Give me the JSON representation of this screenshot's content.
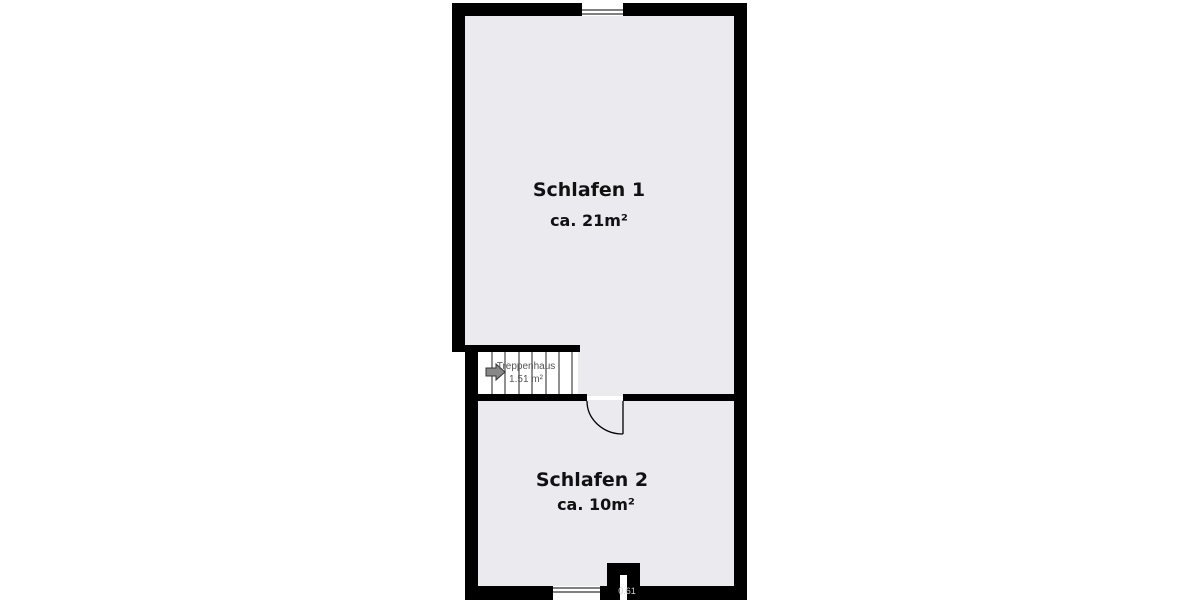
{
  "floorplan": {
    "rooms": [
      {
        "name": "Schlafen 1",
        "area": "ca. 21m²"
      },
      {
        "name": "Schlafen 2",
        "area": "ca. 10m²"
      },
      {
        "name": "Treppenhaus",
        "area": "1.51 m²"
      }
    ],
    "dimension_label": "0.61",
    "colors": {
      "floor": "#ebeaef",
      "wall": "#000000"
    }
  }
}
